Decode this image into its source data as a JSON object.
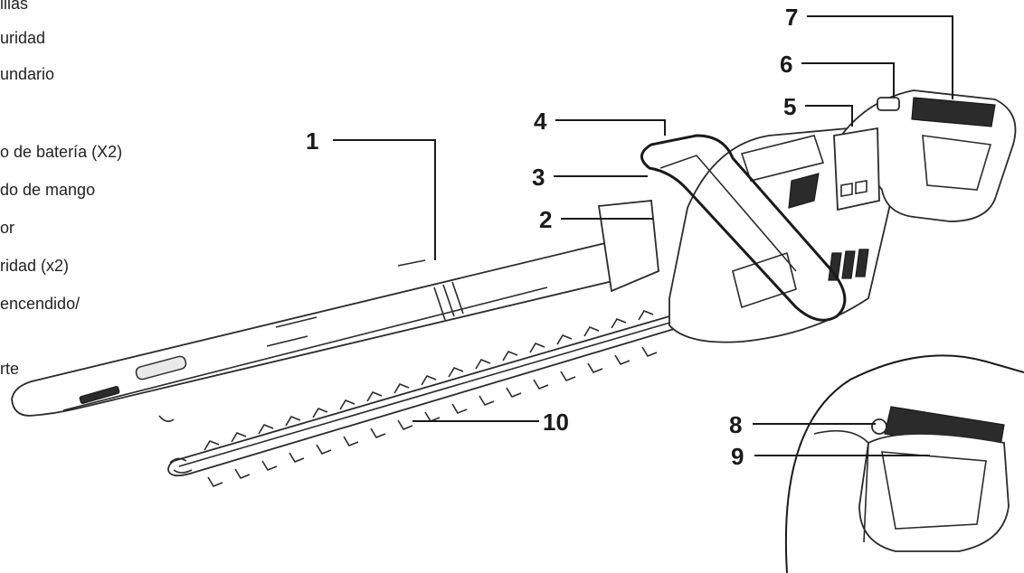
{
  "legend": {
    "items": [
      "illas",
      "uridad",
      "undario",
      "o de batería (X2)",
      "do de mango",
      "or",
      "ridad (x2)",
      "encendido/",
      "rte"
    ]
  },
  "callouts": {
    "c1": "1",
    "c2": "2",
    "c3": "3",
    "c4": "4",
    "c5": "5",
    "c6": "6",
    "c7": "7",
    "c8": "8",
    "c9": "9",
    "c10": "10"
  },
  "colors": {
    "line": "#1a1a1a",
    "background": "#ffffff"
  }
}
